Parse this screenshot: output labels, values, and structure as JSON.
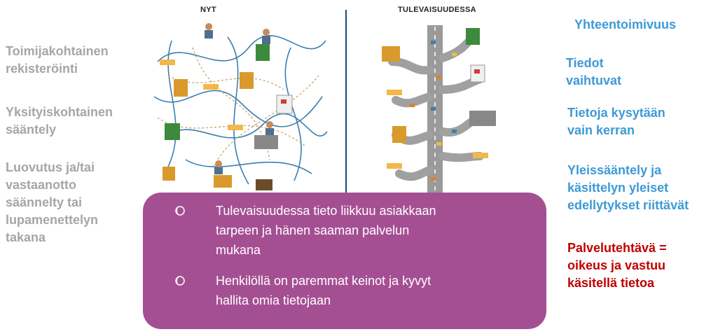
{
  "left_list": [
    "Toimijakohtainen\nrekisteröinti",
    "Yksityiskohtainen\nsääntely",
    "Luovutus ja/tai\nvastaanotto\nsäännelty tai\nlupamenettelyn\ntakana"
  ],
  "diagram": {
    "now_title": "NYT",
    "future_title": "TULEVAISUUDESSA"
  },
  "right_list": [
    "Yhteentoimivuus",
    "Tiedot\nvaihtuvat",
    "Tietoja kysytään\nvain kerran",
    "Yleissääntely ja\nkäsittelyn yleiset\nedellytykset riittävät",
    "Palvelutehtävä =\noikeus ja vastuu\nkäsitellä tietoa"
  ],
  "callout": {
    "bullets": [
      "Tulevaisuudessa tieto liikkuu asiakkaan\ntarpeen ja hänen saaman palvelun\nmukana",
      "Henkilöllä on paremmat keinot ja kyvyt\nhallita omia tietojaan"
    ]
  },
  "colors": {
    "left_text": "#a6a6a6",
    "right_text": "#3d9ad6",
    "right_emphasis": "#c00000",
    "callout_bg": "#a54f93",
    "divider": "#1b4f72"
  }
}
